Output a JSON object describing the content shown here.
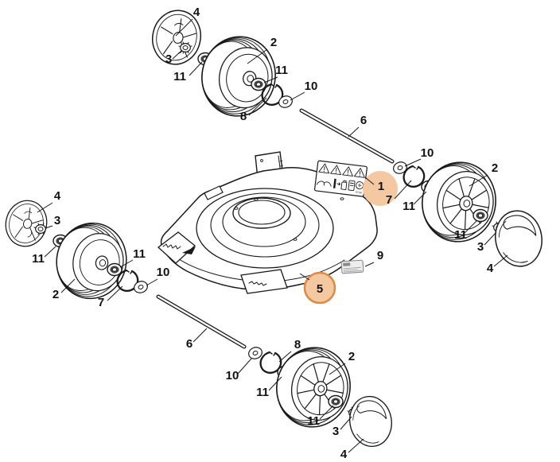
{
  "colors": {
    "background": "#ffffff",
    "line": "#1a1a1a",
    "label": "#111111",
    "highlight_fill": "#f4c9a2",
    "highlight_stroke": "#dc8a45"
  },
  "callouts": [
    {
      "part": "4"
    },
    {
      "part": "3"
    },
    {
      "part": "11"
    },
    {
      "part": "2"
    },
    {
      "part": "11"
    },
    {
      "part": "8"
    },
    {
      "part": "10"
    },
    {
      "part": "6"
    },
    {
      "part": "10"
    },
    {
      "part": "1"
    },
    {
      "part": "7"
    },
    {
      "part": "11"
    },
    {
      "part": "2"
    },
    {
      "part": "11"
    },
    {
      "part": "3"
    },
    {
      "part": "4"
    },
    {
      "part": "4"
    },
    {
      "part": "3"
    },
    {
      "part": "11"
    },
    {
      "part": "2"
    },
    {
      "part": "11"
    },
    {
      "part": "7"
    },
    {
      "part": "10"
    },
    {
      "part": "6"
    },
    {
      "part": "10"
    },
    {
      "part": "8"
    },
    {
      "part": "11"
    },
    {
      "part": "2"
    },
    {
      "part": "11"
    },
    {
      "part": "3"
    },
    {
      "part": "4"
    },
    {
      "part": "9"
    },
    {
      "part": "5"
    }
  ],
  "warning_label": {
    "icon_names": [
      "warning-triangle",
      "warning-triangle",
      "warning-triangle",
      "warning-triangle",
      "read-manual-icon",
      "lever-icon",
      "fuel-icon",
      "panel-icon",
      "stop-icon"
    ],
    "stop_text": "STOP"
  },
  "model_plate": {
    "icon_name": "model-plate-sticker"
  }
}
